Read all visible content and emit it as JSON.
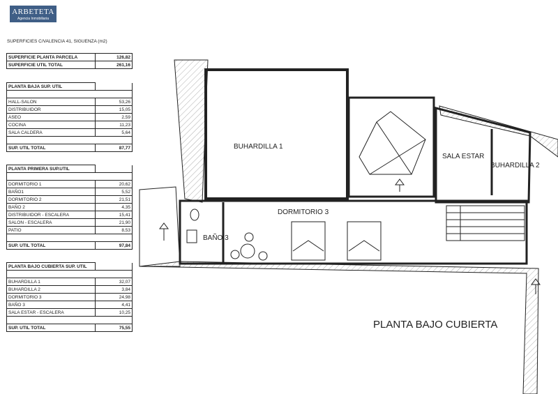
{
  "logo": {
    "name": "ARBETETA",
    "subtitle": "Agencia Inmobiliaria"
  },
  "caption": "SUPERFICIES C/VALENCIA 41, SIGUENZA (m2)",
  "summary": [
    {
      "label": "SUPERFICIE PLANTA PARCELA",
      "value": "126,82"
    },
    {
      "label": "SUPERFICIE UTIL TOTAL",
      "value": "261,16"
    }
  ],
  "tables": [
    {
      "title": "PLANTA BAJA SUP. UTIL",
      "rows": [
        {
          "label": "HALL-SALON",
          "value": "53,26"
        },
        {
          "label": "DISTRIBUIDOR",
          "value": "15,05"
        },
        {
          "label": "ASEO",
          "value": "2,59"
        },
        {
          "label": "COCINA",
          "value": "11,23"
        },
        {
          "label": "SALA CALDERA",
          "value": "5,64"
        }
      ],
      "total_label": "SUP. UTIL TOTAL",
      "total": "87,77"
    },
    {
      "title": "PLANTA PRIMERA SUP.UTIL",
      "rows": [
        {
          "label": "DORMITORIO 1",
          "value": "20,62"
        },
        {
          "label": "BAÑO1",
          "value": "5,52"
        },
        {
          "label": "DORMITORIO 2",
          "value": "21,51"
        },
        {
          "label": "BAÑO 2",
          "value": "4,35"
        },
        {
          "label": "DISTRIBUIDOR - ESCALERA",
          "value": "15,41"
        },
        {
          "label": "SALON - ESCALERA",
          "value": "21,90"
        },
        {
          "label": "PATIO",
          "value": "8,53"
        }
      ],
      "total_label": "SUP. UTIL TOTAL",
      "total": "97,84"
    },
    {
      "title": "PLANTA BAJO CUBIERTA SUP. UTIL",
      "rows": [
        {
          "label": "BUHARDILLA 1",
          "value": "32,07"
        },
        {
          "label": "BUHARDILLA 2",
          "value": "3,84"
        },
        {
          "label": "DORMITORIO 3",
          "value": "24,98"
        },
        {
          "label": "BAÑO 3",
          "value": "4,41"
        },
        {
          "label": "SALA ESTAR - ESCALERA",
          "value": "10,25"
        }
      ],
      "total_label": "SUP. UTIL TOTAL",
      "total": "75,55"
    }
  ],
  "plan": {
    "title": "PLANTA BAJO CUBIERTA",
    "rooms": {
      "buhardilla1": "BUHARDILLA 1",
      "dormitorio3": "DORMITORIO 3",
      "bano3": "BAÑO 3",
      "sala_estar": "SALA ESTAR",
      "buhardilla2": "BUHARDILLA 2"
    }
  }
}
